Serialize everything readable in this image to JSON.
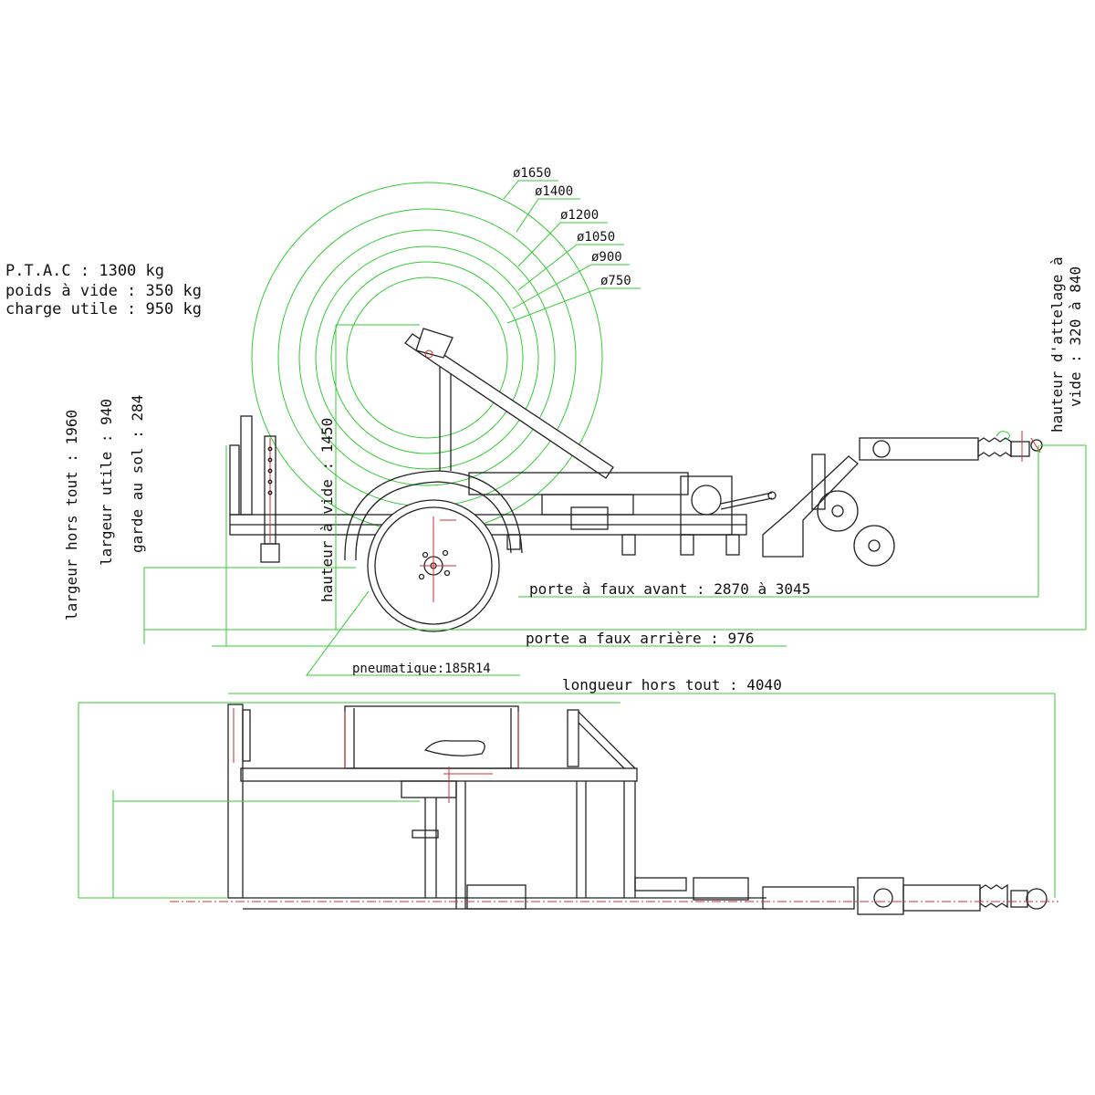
{
  "specs": {
    "ptac": "P.T.A.C : 1300 kg",
    "empty_weight": "poids à vide : 350 kg",
    "payload": "charge utile : 950 kg"
  },
  "reel_diameters": [
    "ø1650",
    "ø1400",
    "ø1200",
    "ø1050",
    "ø900",
    "ø750"
  ],
  "dimensions": {
    "overall_width": "largeur hors tout : 1960",
    "useful_width": "largeur utile : 940",
    "ground_clearance": "garde au sol : 284",
    "empty_height": "hauteur à vide : 1450",
    "hitch_height_line1": "hauteur d'attelage à",
    "hitch_height_line2": "vide : 320 à 840",
    "front_overhang": "porte à faux avant : 2870 à 3045",
    "rear_overhang": "porte a faux arrière : 976",
    "tyre": "pneumatique:185R14",
    "overall_length": "longueur hors tout : 4040"
  },
  "colors": {
    "dimension_lines": "#33cc33",
    "drawing_lines": "#222222",
    "axis_lines": "#d03030"
  }
}
